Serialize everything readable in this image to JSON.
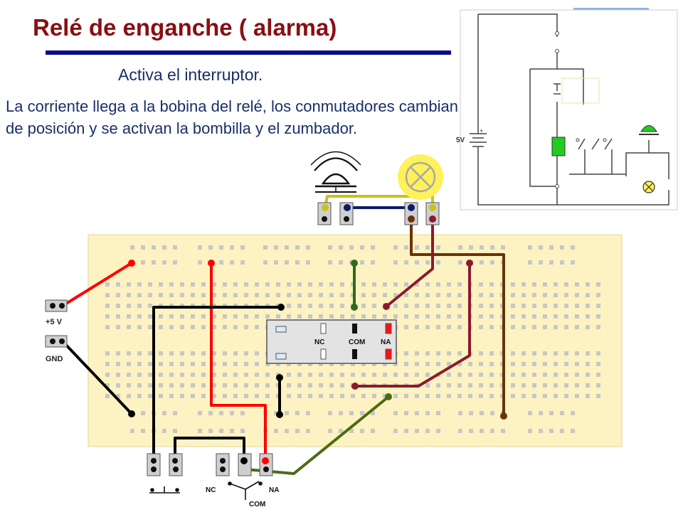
{
  "title": "Relé de enganche ( alarma)",
  "subtitle": "Activa el interruptor.",
  "description": "La corriente llega a la bobina del relé, los conmutadores cambian de posición y se activan la bombilla y el zumbador.",
  "labels": {
    "plus5v": "+5 V",
    "gnd": "GND",
    "relay_nc": "NC",
    "relay_com": "COM",
    "relay_na": "NA",
    "switch_nc": "NC",
    "switch_na": "NA",
    "switch_com": "COM",
    "schematic_5v": "5V"
  },
  "colors": {
    "title": "#8a0e12",
    "title_rule": "#0b0b8c",
    "text": "#182f68",
    "breadboard": "#fdf3c2",
    "wire_red": "#ff0000",
    "wire_black": "#000000",
    "wire_olive": "#4d6b12",
    "wire_darkgreen": "#2f6b1a",
    "wire_brown": "#6b3208",
    "wire_maroon": "#8b1a2e",
    "wire_navy": "#0b1a6b",
    "wire_yellow": "#c8c21a",
    "lamp_glow": "#fff15a",
    "relay_coil": "#22cc22"
  }
}
